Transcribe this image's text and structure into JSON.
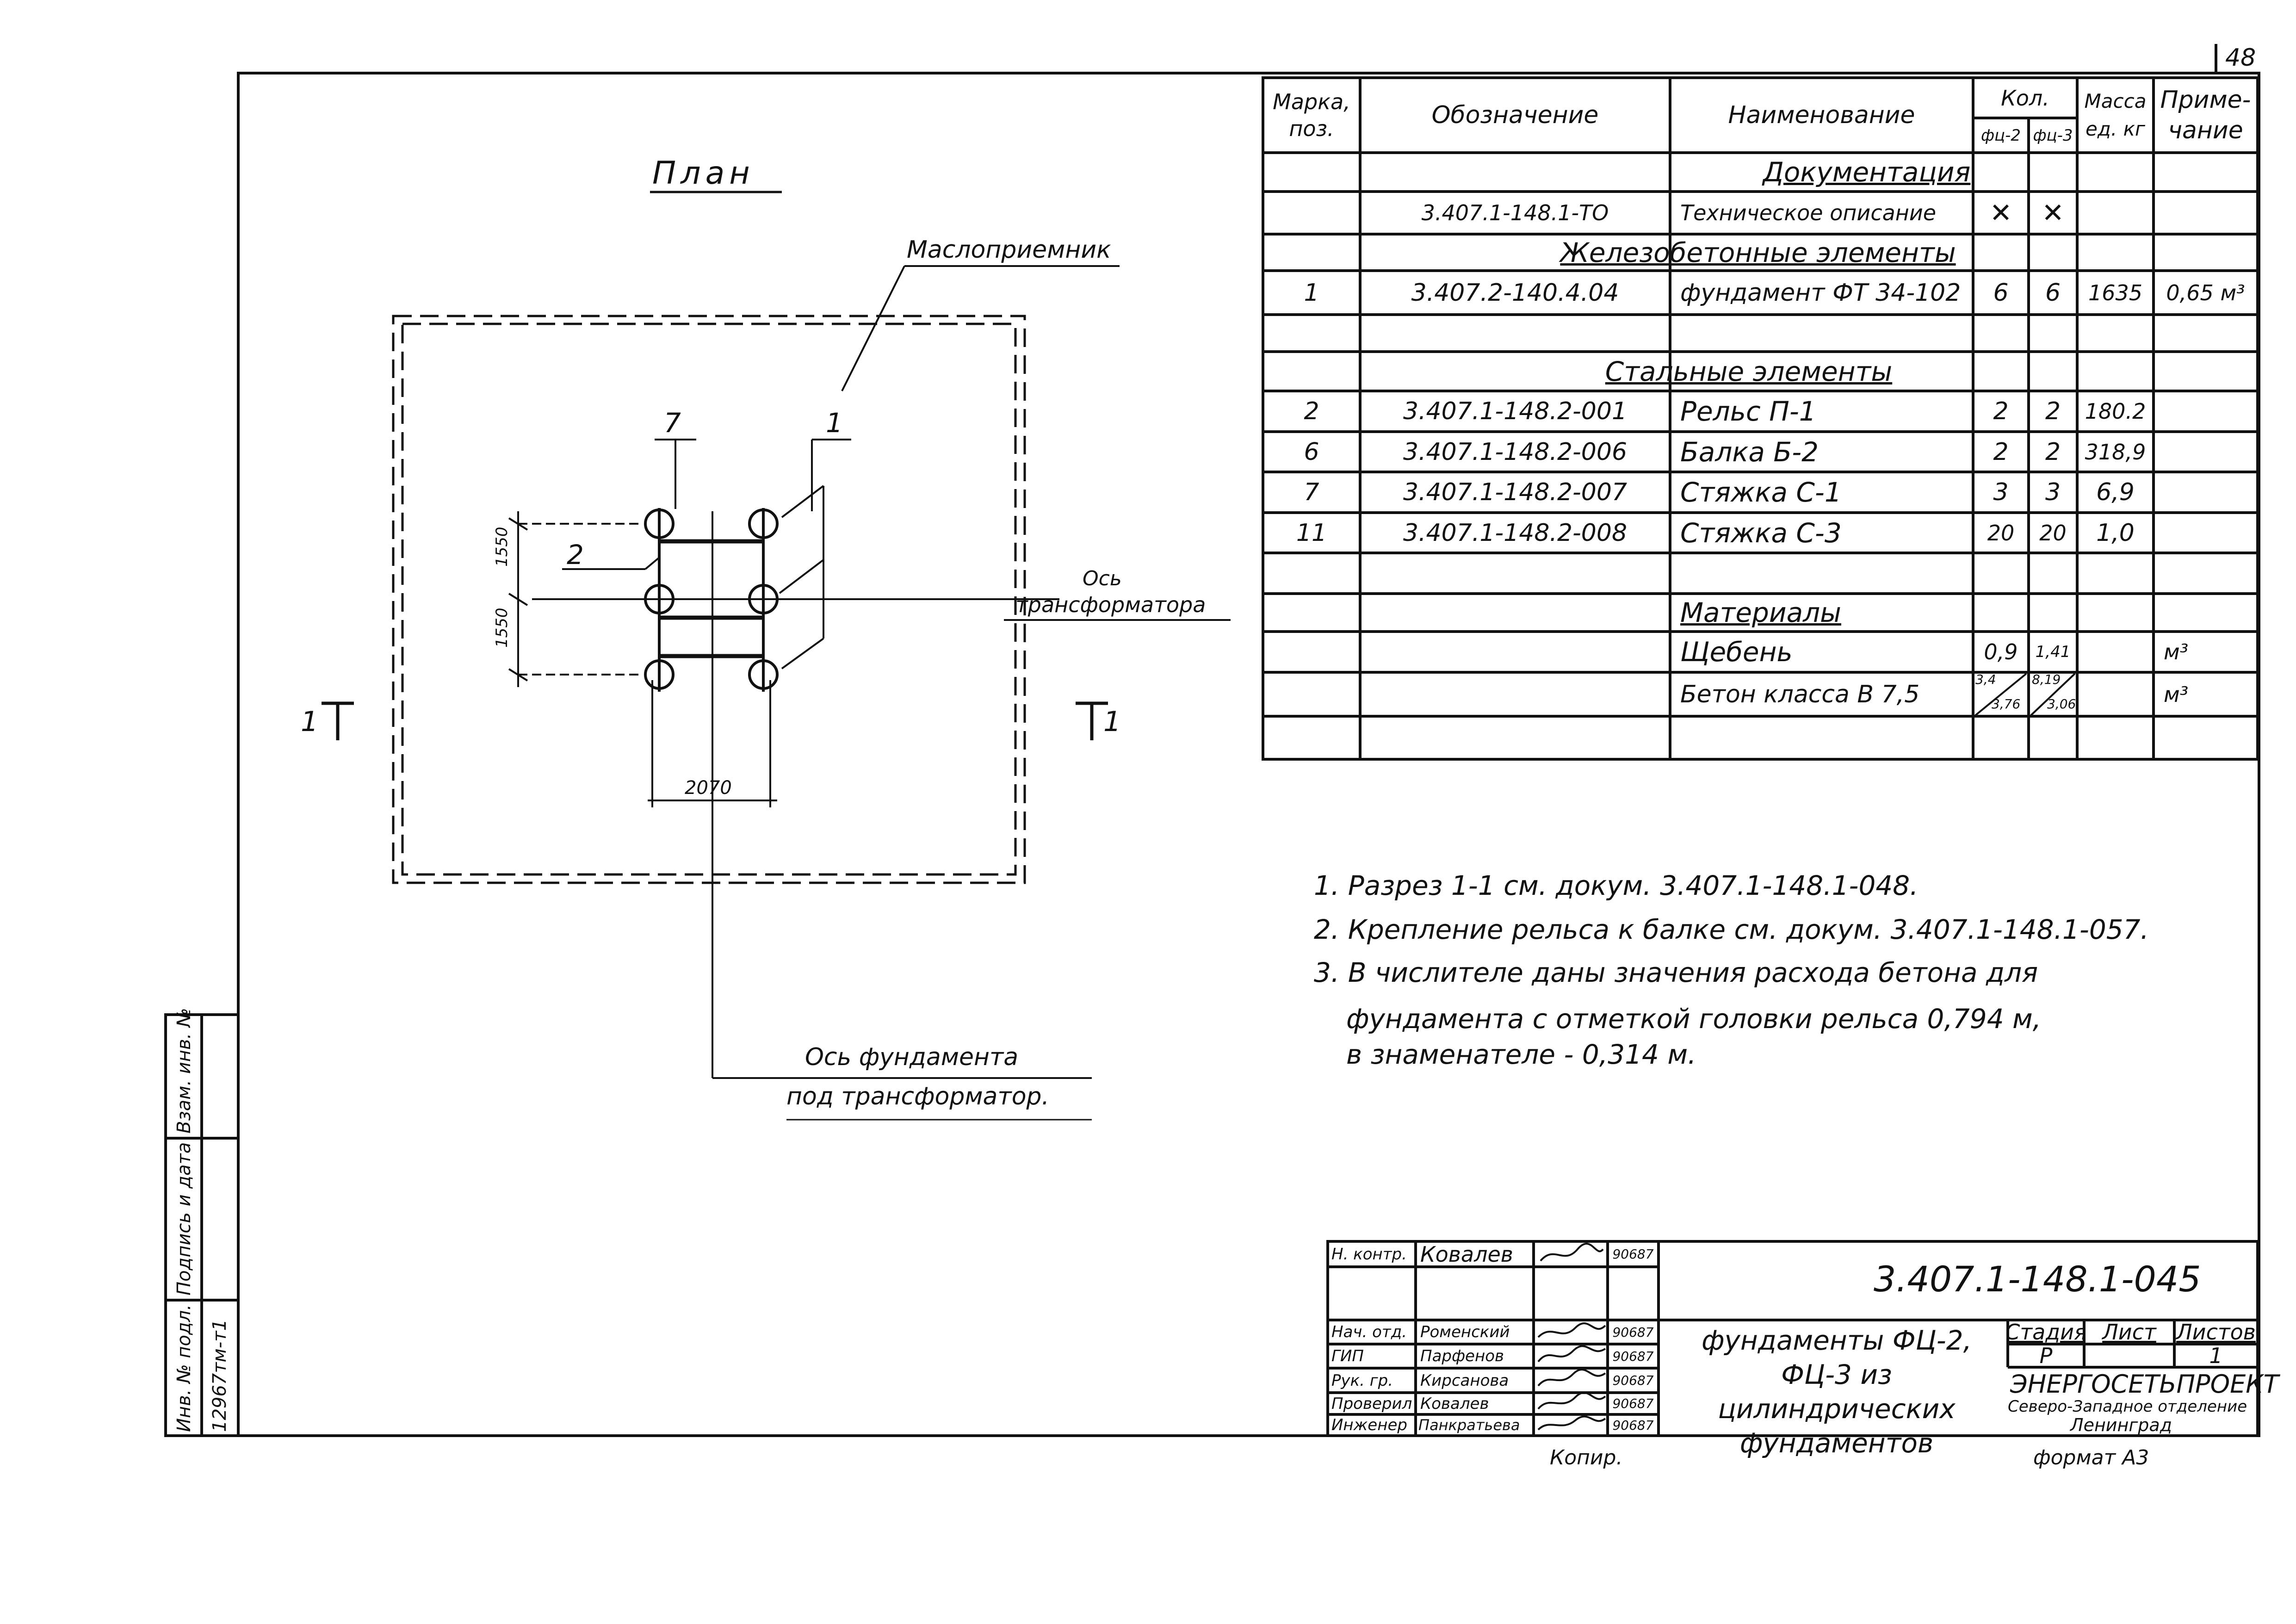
{
  "page_number": "48",
  "plan": {
    "title": "План",
    "oil_receiver": "Маслоприемник",
    "tag_7": "7",
    "tag_1": "1",
    "tag_2": "2",
    "dim_1550_a": "1550",
    "dim_1550_b": "1550",
    "dim_2070": "2070",
    "axis_transformer_l1": "Ось",
    "axis_transformer_l2": "трансформатора",
    "axis_foundation_l1": "Ось фундамента",
    "axis_foundation_l2": "под трансформатор.",
    "section_left": "1",
    "section_right": "1"
  },
  "spec": {
    "headers": {
      "mark": "Марка, поз.",
      "designation": "Обозначение",
      "name": "Наименование",
      "qty": "Кол.",
      "qty_fc2": "фц-2",
      "qty_fc3": "фц-3",
      "mass": "Масса ед. кг",
      "note": "Приме- чание"
    },
    "rows": [
      {
        "mark": "",
        "designation": "",
        "name": "Документация",
        "fc2": "",
        "fc3": "",
        "mass": "",
        "note": ""
      },
      {
        "mark": "",
        "designation": "3.407.1-148.1-ТО",
        "name": "Техническое описание",
        "fc2": "✕",
        "fc3": "✕",
        "mass": "",
        "note": ""
      },
      {
        "mark": "",
        "designation": "",
        "name": "Железобетонные элементы",
        "fc2": "",
        "fc3": "",
        "mass": "",
        "note": ""
      },
      {
        "mark": "1",
        "designation": "3.407.2-140.4.04",
        "name": "фундамент ФТ 34-102",
        "fc2": "6",
        "fc3": "6",
        "mass": "1635",
        "note": "0,65 м³"
      },
      {
        "mark": "",
        "designation": "",
        "name": "",
        "fc2": "",
        "fc3": "",
        "mass": "",
        "note": ""
      },
      {
        "mark": "",
        "designation": "",
        "name": "Стальные элементы",
        "fc2": "",
        "fc3": "",
        "mass": "",
        "note": ""
      },
      {
        "mark": "2",
        "designation": "3.407.1-148.2-001",
        "name": "Рельс П-1",
        "fc2": "2",
        "fc3": "2",
        "mass": "180.2",
        "note": ""
      },
      {
        "mark": "6",
        "designation": "3.407.1-148.2-006",
        "name": "Балка Б-2",
        "fc2": "2",
        "fc3": "2",
        "mass": "318,9",
        "note": ""
      },
      {
        "mark": "7",
        "designation": "3.407.1-148.2-007",
        "name": "Стяжка С-1",
        "fc2": "3",
        "fc3": "3",
        "mass": "6,9",
        "note": ""
      },
      {
        "mark": "11",
        "designation": "3.407.1-148.2-008",
        "name": "Стяжка С-3",
        "fc2": "20",
        "fc3": "20",
        "mass": "1,0",
        "note": ""
      },
      {
        "mark": "",
        "designation": "",
        "name": "",
        "fc2": "",
        "fc3": "",
        "mass": "",
        "note": ""
      },
      {
        "mark": "",
        "designation": "",
        "name": "Материалы",
        "fc2": "",
        "fc3": "",
        "mass": "",
        "note": ""
      },
      {
        "mark": "",
        "designation": "",
        "name": "Щебень",
        "fc2": "0,9",
        "fc3": "1,41",
        "mass": "",
        "note": "м³"
      },
      {
        "mark": "",
        "designation": "",
        "name": "Бетон класса В 7,5",
        "fc2": "",
        "fc3": "",
        "mass": "",
        "note": "м³"
      },
      {
        "mark": "",
        "designation": "",
        "name": "",
        "fc2": "",
        "fc3": "",
        "mass": "",
        "note": ""
      }
    ],
    "concrete_fc2_top": "3,4",
    "concrete_fc2_bottom": "3,76",
    "concrete_fc3_top": "8,19",
    "concrete_fc3_bottom": "3,06"
  },
  "notes": [
    "1. Разрез 1-1 см. докум. 3.407.1-148.1-048.",
    "2. Крепление рельса к балке см. докум. 3.407.1-148.1-057.",
    "3. В числителе даны значения расхода бетона для",
    "фундамента с отметкой головки рельса 0,794 м,",
    "в знаменателе - 0,314 м."
  ],
  "side_stamp": {
    "inv_orig": "Инв. № подл.",
    "inv_orig_value": "12967тм-т1",
    "sign_date": "Подпись и дата",
    "replace_inv": "Взам. инв. №"
  },
  "title_block": {
    "doc_code": "3.407.1-148.1-045",
    "title": "фундаменты ФЦ-2, ФЦ-3 из цилиндрических фундаментов",
    "stage_label": "Стадия",
    "sheet_label": "Лист",
    "sheets_label": "Листов",
    "stage": "Р",
    "sheets": "1",
    "org_name": "ЭНЕРГОСЕТЬПРОЕКТ",
    "org_branch": "Северо-Западное отделение",
    "org_city": "Ленинград",
    "format": "формат А3",
    "copy": "Копир.",
    "people": [
      {
        "role": "Н. контр.",
        "name": "Ковалев",
        "date": "90687"
      },
      {
        "role": "Нач. отд.",
        "name": "Роменский",
        "date": "90687"
      },
      {
        "role": "ГИП",
        "name": "Парфенов",
        "date": "90687"
      },
      {
        "role": "Рук. гр.",
        "name": "Кирсанова",
        "date": "90687"
      },
      {
        "role": "Проверил",
        "name": "Ковалев",
        "date": "90687"
      },
      {
        "role": "Инженер",
        "name": "Панкратьева",
        "date": "90687"
      }
    ]
  }
}
